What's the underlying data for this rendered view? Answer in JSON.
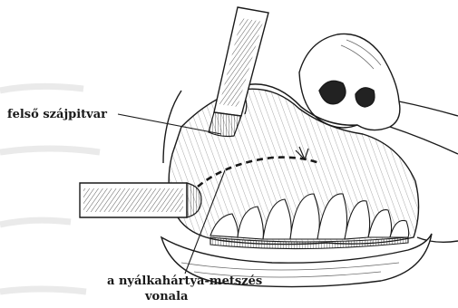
{
  "labels": {
    "upper_vestibule": "felső szájpitvar",
    "incision_line_1": "a nyálkahártya-metszés",
    "incision_line_2": "vonala"
  },
  "colors": {
    "ink": "#1a1a1a",
    "paper": "#ffffff",
    "watermark": "#d9d9d9"
  }
}
